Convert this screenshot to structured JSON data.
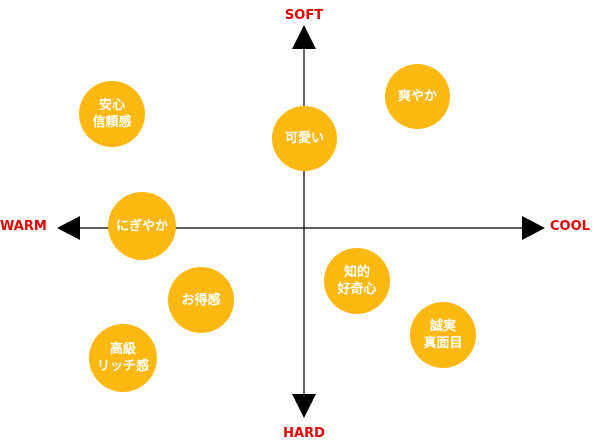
{
  "axes": {
    "top": "SOFT",
    "bottom": "HARD",
    "left": "WARM",
    "right": "COOL"
  },
  "colors": {
    "bubble": "#fdb812",
    "axis_line": "#000000",
    "axis_label": "#e60000",
    "bubble_text": "#ffffff"
  },
  "bubbles": [
    {
      "id": "anshin",
      "label": "安心\n信頼感"
    },
    {
      "id": "sawayaka",
      "label": "爽やか"
    },
    {
      "id": "kawaii",
      "label": "可愛い"
    },
    {
      "id": "nigiyaka",
      "label": "にぎやか"
    },
    {
      "id": "chiteki",
      "label": "知的\n好奇心"
    },
    {
      "id": "otoku",
      "label": "お得感"
    },
    {
      "id": "seijitsu",
      "label": "誠実\n真面目"
    },
    {
      "id": "koukyuu",
      "label": "高級\nリッチ感"
    }
  ]
}
